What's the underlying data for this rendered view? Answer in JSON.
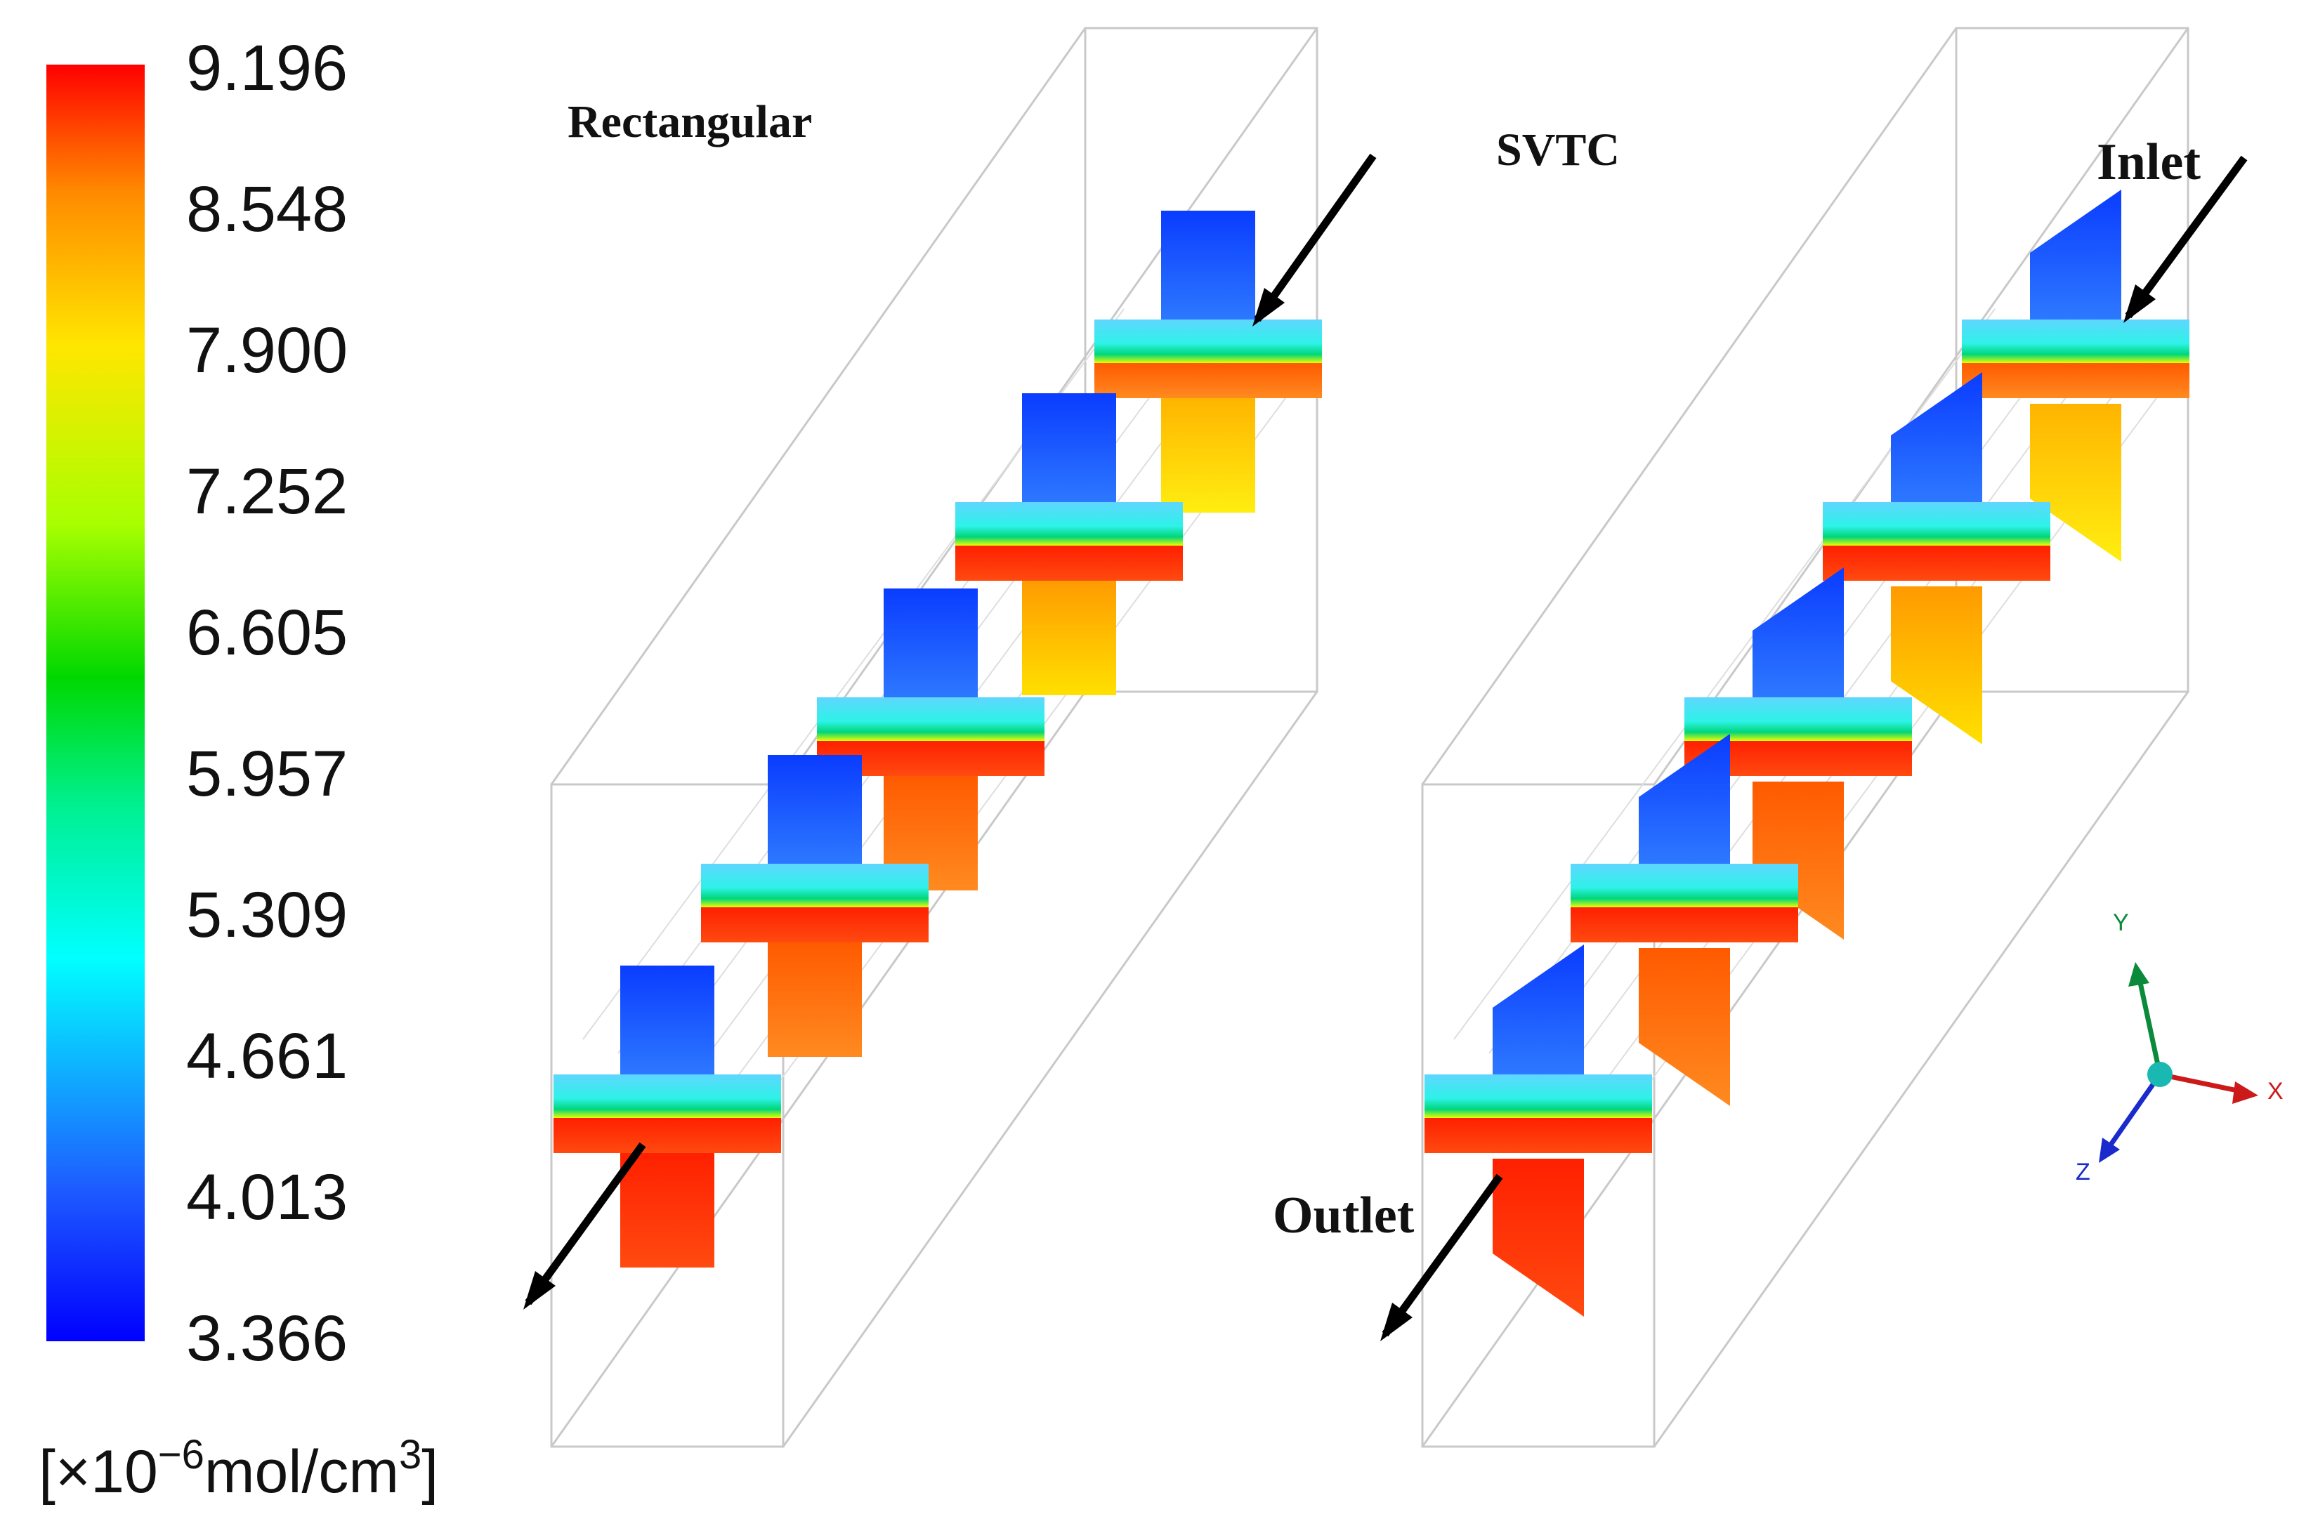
{
  "colorbar": {
    "ticks": [
      "9.196",
      "8.548",
      "7.900",
      "7.252",
      "6.605",
      "5.957",
      "5.309",
      "4.661",
      "4.013",
      "3.366"
    ],
    "unit": "[×10",
    "unit_exp": "−6",
    "unit_mid": "mol/cm",
    "unit_exp2": "3",
    "unit_end": "]",
    "colors": [
      "#ff0000",
      "#ff7a00",
      "#ffd200",
      "#ffff00",
      "#a8ff00",
      "#00dd00",
      "#00f0a0",
      "#00ffff",
      "#3a7cff",
      "#0000ff"
    ]
  },
  "labels": {
    "left_title": "Rectangular",
    "right_title": "SVTC",
    "inlet": "Inlet",
    "outlet": "Outlet"
  },
  "axes": {
    "x": "X",
    "y": "Y",
    "z": "Z"
  }
}
